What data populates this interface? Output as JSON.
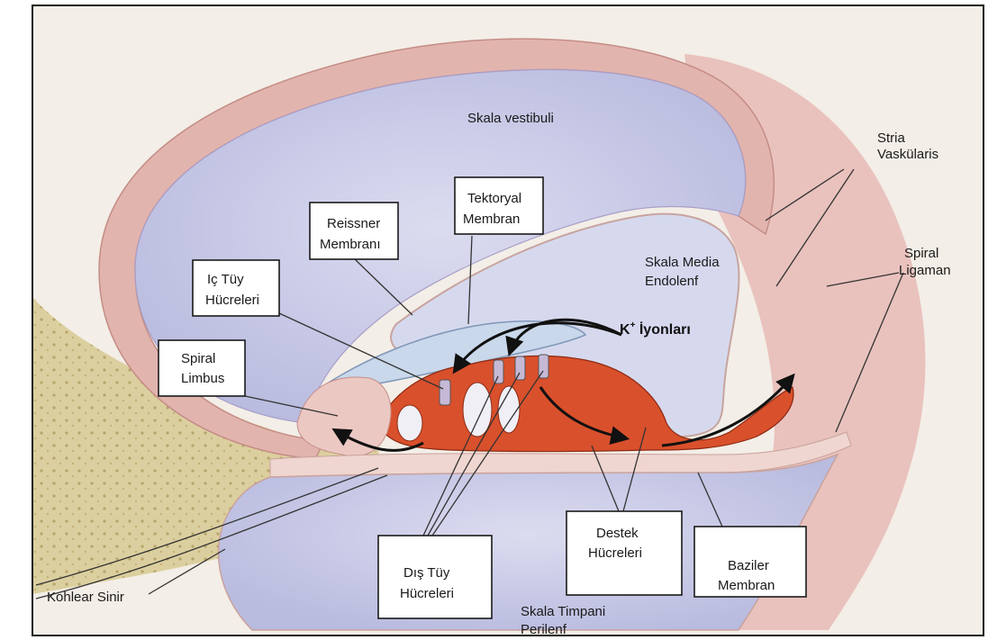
{
  "labels": {
    "skala_vestibuli": "Skala vestibuli",
    "stria": [
      "Stria",
      "Vaskülaris"
    ],
    "tektoryal": [
      "Tektoryal",
      "Membran"
    ],
    "reissner": [
      "Reissner",
      "Membranı"
    ],
    "skala_media": [
      "Skala Media",
      "Endolenf"
    ],
    "spiral_ligaman": [
      "Spiral",
      "Ligaman"
    ],
    "ic_tuy": [
      "Iç Tüy",
      "Hücreleri"
    ],
    "k_ions": {
      "base": "K",
      "sup": "+",
      "rest": " İyonları"
    },
    "spiral_limbus": [
      "Spiral",
      "Limbus"
    ],
    "destek": [
      "Destek",
      "Hücreleri"
    ],
    "baziler": [
      "Baziler",
      "Membran"
    ],
    "kohlear": "Kohlear Sinir",
    "dis_tuy": [
      "Dış Tüy",
      "Hücreleri"
    ],
    "skala_timpani": [
      "Skala Timpani",
      "Perilenf"
    ]
  },
  "colors": {
    "background": "#f2ece4",
    "scala_fill": "#c9cbe6",
    "tissue_pink": "#e7b8b4",
    "organ_red": "#d94d2a",
    "bone_tan": "#dcd2a6",
    "frame": "#1a1a1a"
  }
}
